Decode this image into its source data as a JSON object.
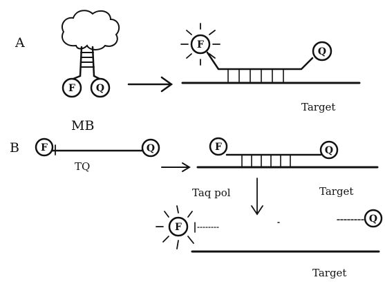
{
  "panels": {
    "a": {
      "label": "A",
      "probe_name": "MB",
      "target": "Target",
      "fluorophore": "F",
      "quencher": "Q"
    },
    "b": {
      "label": "B",
      "probe_name": "TQ",
      "enzyme": "Taq pol",
      "target_top": "Target",
      "target_bottom": "Target",
      "fluorophore": "F",
      "quencher": "Q"
    }
  }
}
